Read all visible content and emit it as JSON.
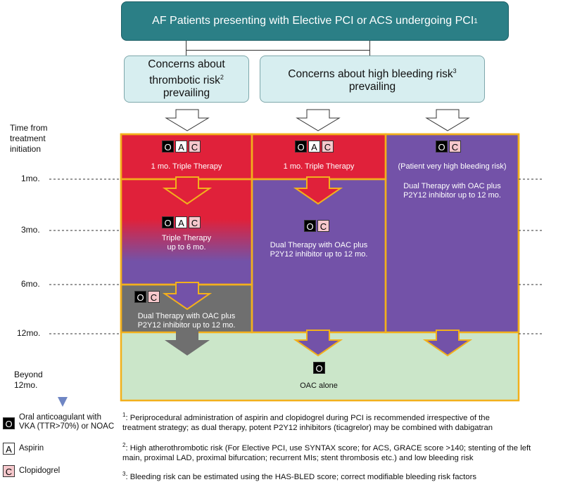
{
  "header": {
    "title": "AF Patients presenting with Elective PCI or ACS undergoing PCI",
    "title_sup": "1"
  },
  "concerns": {
    "thrombotic": {
      "line1": "Concerns about",
      "line2": "thrombotic risk",
      "sup": "2",
      "line3": "prevailing"
    },
    "bleeding": {
      "line1": "Concerns about high bleeding risk",
      "sup": "3",
      "line2": "prevailing"
    }
  },
  "timeline": {
    "heading": [
      "Time from",
      "treatment",
      "initiation"
    ],
    "marks": [
      "1mo.",
      "3mo.",
      "6mo.",
      "12mo."
    ],
    "beyond": [
      "Beyond",
      "12mo."
    ]
  },
  "badges": {
    "O": "O",
    "A": "A",
    "C": "C"
  },
  "cells": {
    "col1_triple_1mo": "1 mo. Triple Therapy",
    "col1_triple_6mo": [
      "Triple Therapy",
      "up to 6 mo."
    ],
    "col1_dual": [
      "Dual Therapy with OAC plus",
      "P2Y12 inhibitor up to 12 mo."
    ],
    "col2_triple_1mo": "1 mo. Triple Therapy",
    "col2_dual": [
      "Dual Therapy with OAC plus",
      "P2Y12 inhibitor up to 12 mo."
    ],
    "col3_note": "(Patient very high bleeding risk)",
    "col3_dual": [
      "Dual Therapy with OAC plus",
      "P2Y12 inhibitor up to 12 mo."
    ],
    "oac_alone": "OAC alone"
  },
  "legend": [
    {
      "badge": "O",
      "lines": [
        "Oral anticoagulant with",
        "VKA (TTR>70%) or NOAC"
      ]
    },
    {
      "badge": "A",
      "lines": [
        "Aspirin"
      ]
    },
    {
      "badge": "C",
      "lines": [
        "Clopidogrel"
      ]
    }
  ],
  "footnotes": {
    "n1": {
      "sup": "1",
      "lines": [
        ": Periprocedural administration of aspirin and clopidogrel during PCI is recommended irrespective of the",
        "treatment strategy; as dual therapy, potent P2Y12 inhibitors (ticagrelor) may be combined with dabigatran"
      ]
    },
    "n2": {
      "sup": "2",
      "lines": [
        ": High atherothrombotic risk (For Elective PCI, use SYNTAX score; for ACS, GRACE score >140; stenting of the left",
        "main, proximal LAD, proximal bifurcation; recurrent MIs; stent thrombosis etc.) and low bleeding risk"
      ]
    },
    "n3": {
      "sup": "3",
      "lines": [
        ": Bleeding risk can be estimated using the HAS-BLED score; correct modifiable bleeding risk factors"
      ]
    }
  },
  "colors": {
    "teal": "#2b7f86",
    "light_teal": "#d7eef0",
    "red": "#e0213a",
    "purple": "#7352a8",
    "grey": "#6f6f6f",
    "green": "#cbe6c9",
    "gold": "#f2b01c",
    "pink": "#f6c8cc"
  }
}
